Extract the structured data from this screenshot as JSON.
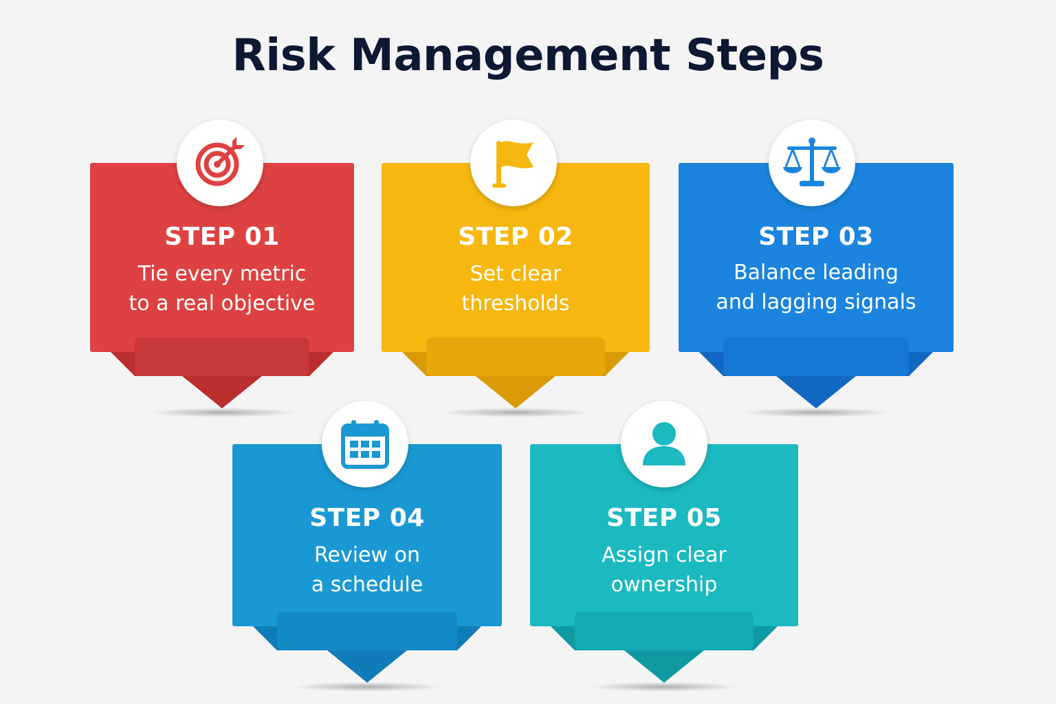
{
  "title": "Risk Management Steps",
  "steps": [
    {
      "label": "STEP 01",
      "line1": "Tie every metric",
      "line2": "to a real objective",
      "icon": "target-icon",
      "color": "#de4141",
      "dark": "#bb2e2e",
      "tab": "#c83838"
    },
    {
      "label": "STEP 02",
      "line1": "Set clear",
      "line2": "thresholds",
      "icon": "flag-icon",
      "color": "#f6b70e",
      "dark": "#d99a06",
      "tab": "#e8a70a"
    },
    {
      "label": "STEP 03",
      "line1": "Balance leading",
      "line2": "and lagging signals",
      "icon": "scale-icon",
      "color": "#1b84de",
      "dark": "#1068c2",
      "tab": "#1478d4"
    },
    {
      "label": "STEP 04",
      "line1": "Review on",
      "line2": "a schedule",
      "icon": "calendar-icon",
      "color": "#1a98d3",
      "dark": "#0f7bb8",
      "tab": "#148ac7"
    },
    {
      "label": "STEP 05",
      "line1": "Assign clear",
      "line2": "ownership",
      "icon": "person-icon",
      "color": "#1bb9c0",
      "dark": "#0f9aa2",
      "tab": "#14abb2"
    }
  ]
}
